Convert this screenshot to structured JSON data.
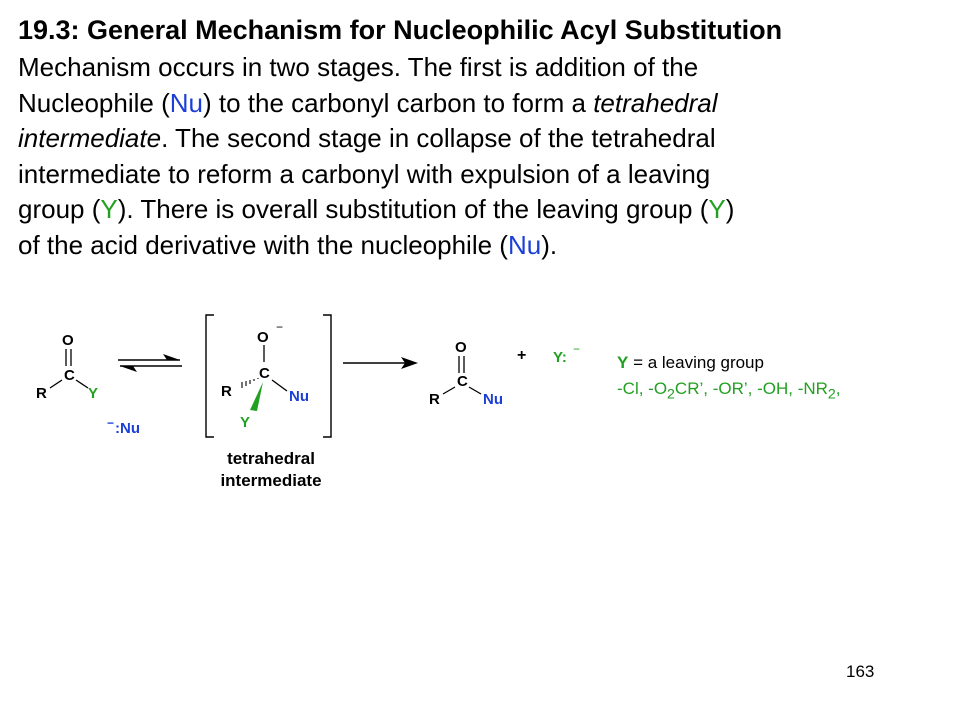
{
  "slide": {
    "title": "19.3: General Mechanism for Nucleophilic Acyl Substitution",
    "paragraph": {
      "line1": {
        "a": "Mechanism occurs in two stages.  The first is addition of the"
      },
      "line2": {
        "a": "Nucleophile (",
        "nu": "Nu",
        "b": ") to the carbonyl carbon to form a ",
        "em": "tetrahedral"
      },
      "line3": {
        "em": "intermediate",
        "a": ".  The second stage in collapse of the tetrahedral"
      },
      "line4": {
        "a": "intermediate to reform a carbonyl with expulsion of a leaving"
      },
      "line5": {
        "a": "group (",
        "y1": "Y",
        "b": ").  There is overall substitution of the leaving group (",
        "y2": "Y",
        "c": ")"
      },
      "line6": {
        "a": "of the acid derivative with the nucleophile (",
        "nu": "Nu",
        "b": ")."
      }
    },
    "page_number": "163"
  },
  "scheme": {
    "reactant": {
      "O": "O",
      "C": "C",
      "R": "R",
      "Y": "Y"
    },
    "nucleophile": {
      "charge": "−",
      "label": ":Nu"
    },
    "intermediate": {
      "O": "O",
      "charge": "−",
      "C": "C",
      "R": "R",
      "Nu": "Nu",
      "Y": "Y",
      "caption_line1": "tetrahedral",
      "caption_line2": "intermediate"
    },
    "product": {
      "O": "O",
      "C": "C",
      "R": "R",
      "Nu": "Nu"
    },
    "plus": "+",
    "leaving_group": {
      "label": "Y:",
      "charge": "−"
    }
  },
  "legend": {
    "y_symbol": "Y",
    "definition": " = a leaving group",
    "examples": {
      "a": "-Cl, -O",
      "sub1": "2",
      "b": "CR’, -OR’, -OH, -NR",
      "sub2": "2",
      "c": ","
    }
  },
  "colors": {
    "nucleophile": "#1c3fd6",
    "leaving_group": "#22a022"
  }
}
